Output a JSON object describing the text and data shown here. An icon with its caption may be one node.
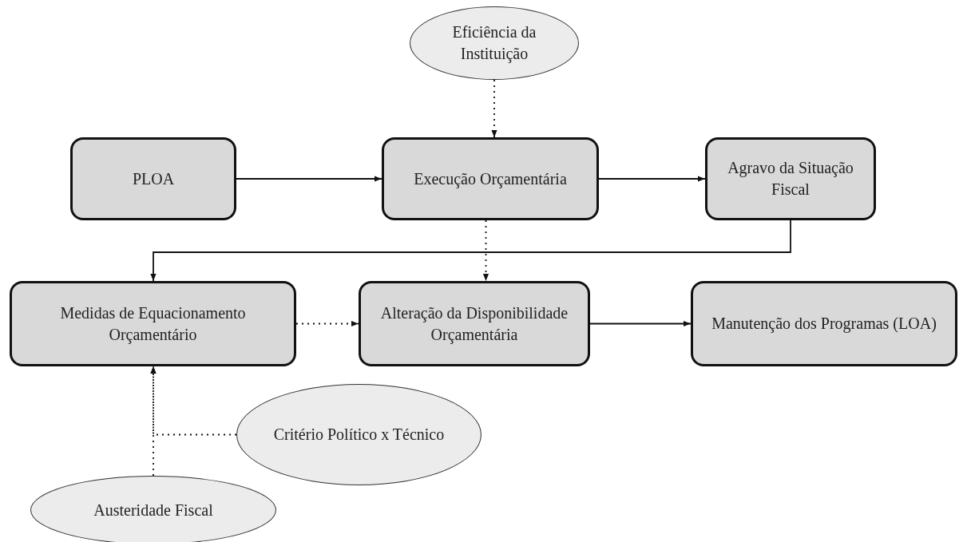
{
  "diagram": {
    "nodes": [
      {
        "text": [
          "Eficiência da Instituição"
        ]
      },
      {
        "text": [
          "PLOA"
        ]
      },
      {
        "text": [
          "Execução Orçamentária"
        ]
      },
      {
        "text": [
          "Agravo da Situação Fiscal"
        ]
      },
      {
        "text": [
          "Medidas de Equacionamento Orçamentário"
        ]
      },
      {
        "text": [
          "Alteração da Disponibilidade Orçamentária"
        ]
      },
      {
        "text": [
          "Manutenção dos Programas (LOA)"
        ]
      },
      {
        "text": [
          "Critério Político x Técnico"
        ]
      },
      {
        "text": [
          "Austeridade Fiscal"
        ]
      }
    ],
    "edges": [
      {
        "from": 0,
        "to": 2,
        "arrow": "to",
        "style": "dashed"
      },
      {
        "from": 1,
        "to": 2,
        "arrow": "to"
      },
      {
        "from": 2,
        "to": 3,
        "arrow": "to"
      },
      {
        "from": 3,
        "to": 4,
        "arrow": "to"
      },
      {
        "from": 2,
        "to": 5,
        "arrow": "to",
        "style": "dashed"
      },
      {
        "from": 4,
        "to": 5,
        "arrow": "to",
        "style": "dashed"
      },
      {
        "from": 5,
        "to": 6,
        "arrow": "to"
      },
      {
        "from": 8,
        "to": 4,
        "arrow": "to",
        "style": "dashed"
      },
      {
        "from": 7,
        "to": 4,
        "arrow": "to",
        "style": "dashed"
      }
    ]
  }
}
